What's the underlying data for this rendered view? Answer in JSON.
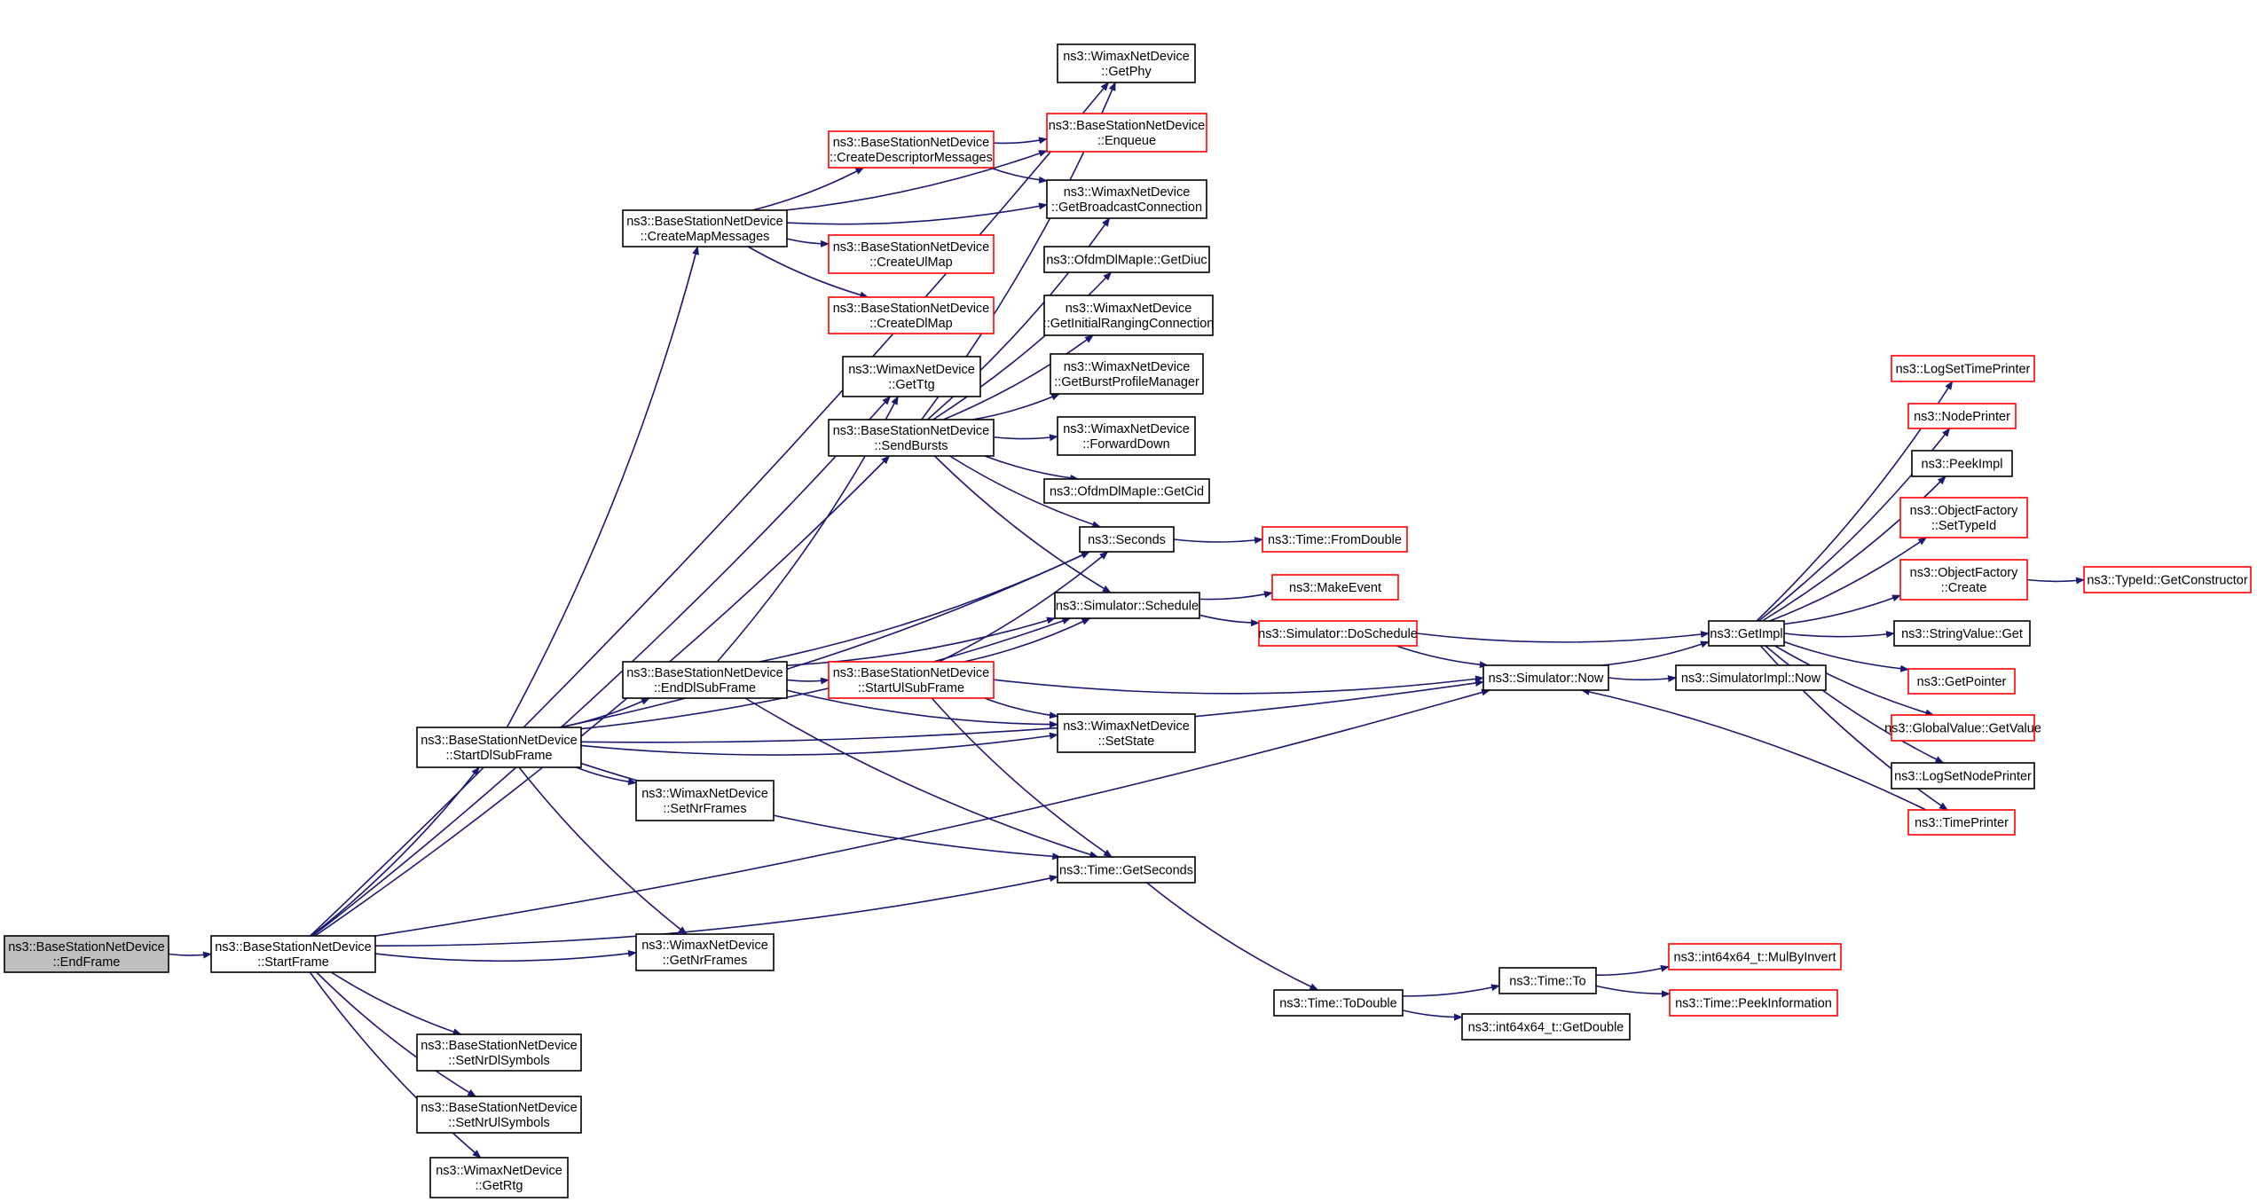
{
  "diagram": {
    "type": "call-graph",
    "colors": {
      "edge": "#191970",
      "normal_border": "#000000",
      "link_border": "#ff0000",
      "root_fill": "#bfbfbf"
    },
    "nodes": [
      {
        "id": "endframe",
        "lines": [
          "ns3::BaseStationNetDevice",
          "::EndFrame"
        ],
        "style": "root"
      },
      {
        "id": "startframe",
        "lines": [
          "ns3::BaseStationNetDevice",
          "::StartFrame"
        ],
        "style": "normal"
      },
      {
        "id": "startdlsubframe",
        "lines": [
          "ns3::BaseStationNetDevice",
          "::StartDlSubFrame"
        ],
        "style": "normal"
      },
      {
        "id": "setnrdlsymbols",
        "lines": [
          "ns3::BaseStationNetDevice",
          "::SetNrDlSymbols"
        ],
        "style": "normal"
      },
      {
        "id": "setnrulsymbols",
        "lines": [
          "ns3::BaseStationNetDevice",
          "::SetNrUlSymbols"
        ],
        "style": "normal"
      },
      {
        "id": "getrtg",
        "lines": [
          "ns3::WimaxNetDevice",
          "::GetRtg"
        ],
        "style": "normal"
      },
      {
        "id": "createmapmessages",
        "lines": [
          "ns3::BaseStationNetDevice",
          "::CreateMapMessages"
        ],
        "style": "normal"
      },
      {
        "id": "enddlsubframe",
        "lines": [
          "ns3::BaseStationNetDevice",
          "::EndDlSubFrame"
        ],
        "style": "normal"
      },
      {
        "id": "setnrframes",
        "lines": [
          "ns3::WimaxNetDevice",
          "::SetNrFrames"
        ],
        "style": "normal"
      },
      {
        "id": "getnrframes",
        "lines": [
          "ns3::WimaxNetDevice",
          "::GetNrFrames"
        ],
        "style": "normal"
      },
      {
        "id": "createdescriptormessages",
        "lines": [
          "ns3::BaseStationNetDevice",
          "::CreateDescriptorMessages"
        ],
        "style": "red"
      },
      {
        "id": "createulmap",
        "lines": [
          "ns3::BaseStationNetDevice",
          "::CreateUlMap"
        ],
        "style": "red"
      },
      {
        "id": "createdlmap",
        "lines": [
          "ns3::BaseStationNetDevice",
          "::CreateDlMap"
        ],
        "style": "red"
      },
      {
        "id": "getttg",
        "lines": [
          "ns3::WimaxNetDevice",
          "::GetTtg"
        ],
        "style": "normal"
      },
      {
        "id": "sendbursts",
        "lines": [
          "ns3::BaseStationNetDevice",
          "::SendBursts"
        ],
        "style": "normal"
      },
      {
        "id": "startulsubframe",
        "lines": [
          "ns3::BaseStationNetDevice",
          "::StartUlSubFrame"
        ],
        "style": "red"
      },
      {
        "id": "getphy",
        "lines": [
          "ns3::WimaxNetDevice",
          "::GetPhy"
        ],
        "style": "normal"
      },
      {
        "id": "enqueue",
        "lines": [
          "ns3::BaseStationNetDevice",
          "::Enqueue"
        ],
        "style": "red"
      },
      {
        "id": "getbroadcastconnection",
        "lines": [
          "ns3::WimaxNetDevice",
          "::GetBroadcastConnection"
        ],
        "style": "normal"
      },
      {
        "id": "getdiuc",
        "lines": [
          "ns3::OfdmDlMapIe::GetDiuc"
        ],
        "style": "normal"
      },
      {
        "id": "getinitialrangingconnection",
        "lines": [
          "ns3::WimaxNetDevice",
          "::GetInitialRangingConnection"
        ],
        "style": "normal"
      },
      {
        "id": "getburstprofilemanager",
        "lines": [
          "ns3::WimaxNetDevice",
          "::GetBurstProfileManager"
        ],
        "style": "normal"
      },
      {
        "id": "forwarddown",
        "lines": [
          "ns3::WimaxNetDevice",
          "::ForwardDown"
        ],
        "style": "normal"
      },
      {
        "id": "getcid",
        "lines": [
          "ns3::OfdmDlMapIe::GetCid"
        ],
        "style": "normal"
      },
      {
        "id": "seconds",
        "lines": [
          "ns3::Seconds"
        ],
        "style": "normal"
      },
      {
        "id": "schedule",
        "lines": [
          "ns3::Simulator::Schedule"
        ],
        "style": "normal"
      },
      {
        "id": "setstate",
        "lines": [
          "ns3::WimaxNetDevice",
          "::SetState"
        ],
        "style": "normal"
      },
      {
        "id": "getseconds",
        "lines": [
          "ns3::Time::GetSeconds"
        ],
        "style": "normal"
      },
      {
        "id": "fromdouble",
        "lines": [
          "ns3::Time::FromDouble"
        ],
        "style": "red"
      },
      {
        "id": "makeevent",
        "lines": [
          "ns3::MakeEvent"
        ],
        "style": "red"
      },
      {
        "id": "doschedule",
        "lines": [
          "ns3::Simulator::DoSchedule"
        ],
        "style": "red"
      },
      {
        "id": "now",
        "lines": [
          "ns3::Simulator::Now"
        ],
        "style": "normal"
      },
      {
        "id": "todouble",
        "lines": [
          "ns3::Time::ToDouble"
        ],
        "style": "normal"
      },
      {
        "id": "to",
        "lines": [
          "ns3::Time::To"
        ],
        "style": "normal"
      },
      {
        "id": "getdouble",
        "lines": [
          "ns3::int64x64_t::GetDouble"
        ],
        "style": "normal"
      },
      {
        "id": "mulbyinvert",
        "lines": [
          "ns3::int64x64_t::MulByInvert"
        ],
        "style": "red"
      },
      {
        "id": "peekinformation",
        "lines": [
          "ns3::Time::PeekInformation"
        ],
        "style": "red"
      },
      {
        "id": "getimpl",
        "lines": [
          "ns3::GetImpl"
        ],
        "style": "normal"
      },
      {
        "id": "simulatorimplnow",
        "lines": [
          "ns3::SimulatorImpl::Now"
        ],
        "style": "normal"
      },
      {
        "id": "logsettimeprinter",
        "lines": [
          "ns3::LogSetTimePrinter"
        ],
        "style": "red"
      },
      {
        "id": "nodeprinter",
        "lines": [
          "ns3::NodePrinter"
        ],
        "style": "red"
      },
      {
        "id": "peekimpl",
        "lines": [
          "ns3::PeekImpl"
        ],
        "style": "normal"
      },
      {
        "id": "settypeid",
        "lines": [
          "ns3::ObjectFactory",
          "::SetTypeId"
        ],
        "style": "red"
      },
      {
        "id": "create",
        "lines": [
          "ns3::ObjectFactory",
          "::Create"
        ],
        "style": "red"
      },
      {
        "id": "getconstructor",
        "lines": [
          "ns3::TypeId::GetConstructor"
        ],
        "style": "red"
      },
      {
        "id": "stringvalueget",
        "lines": [
          "ns3::StringValue::Get"
        ],
        "style": "normal"
      },
      {
        "id": "getpointer",
        "lines": [
          "ns3::GetPointer"
        ],
        "style": "red"
      },
      {
        "id": "globalvaluegetvalue",
        "lines": [
          "ns3::GlobalValue::GetValue"
        ],
        "style": "red"
      },
      {
        "id": "logsetnodeprinter",
        "lines": [
          "ns3::LogSetNodePrinter"
        ],
        "style": "normal"
      },
      {
        "id": "timeprinter",
        "lines": [
          "ns3::TimePrinter"
        ],
        "style": "red"
      }
    ]
  }
}
